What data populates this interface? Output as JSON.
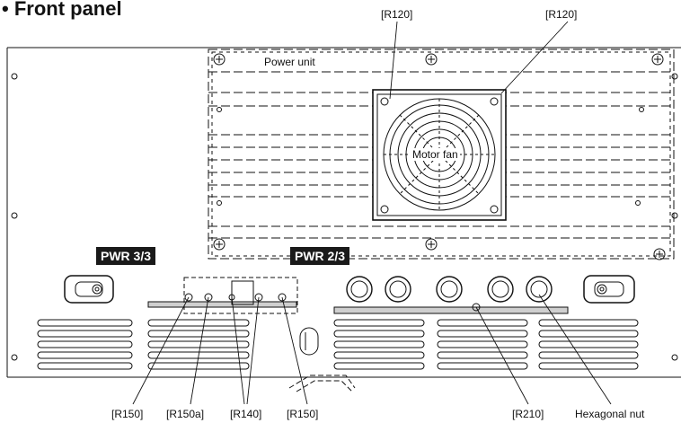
{
  "title": "• Front panel",
  "labels": {
    "power_unit": "Power unit",
    "motor_fan": "Motor fan",
    "pwr_3_3": "PWR 3/3",
    "pwr_2_3": "PWR 2/3",
    "r120_left": "[R120]",
    "r120_right": "[R120]",
    "r150_left": "[R150]",
    "r150a": "[R150a]",
    "r140": "[R140]",
    "r150_right": "[R150]",
    "r210": "[R210]",
    "hex_nut": "Hexagonal nut"
  },
  "icons": [
    "screw-icon",
    "fan-icon",
    "connector-icon",
    "handle-icon",
    "vent-slot-icon"
  ]
}
